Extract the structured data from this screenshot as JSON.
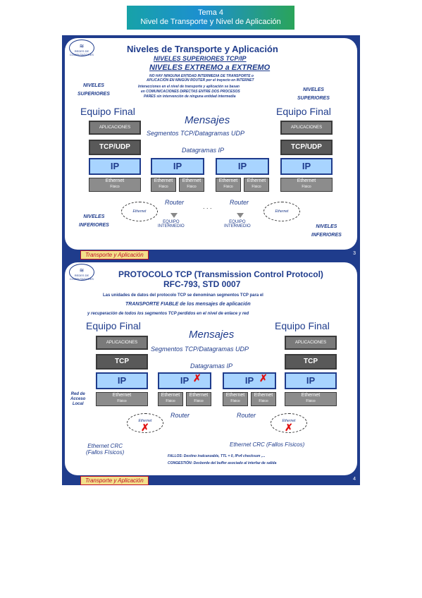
{
  "header": {
    "line1": "Tema 4",
    "line2": "Nivel de Transporte y Nivel de Aplicación"
  },
  "logo": {
    "mark": "≋",
    "text1": "REDES DE",
    "text2": "COMPUTADORES"
  },
  "slide1": {
    "title": "Niveles de Transporte y Aplicación",
    "subtitle1": "NIVELES SUPERIORES TCP/IP",
    "subtitle2": "NIVELES EXTREMO a EXTREMO",
    "note1": "NO HAY NINGUNA ENTIDAD INTERMEDIA DE TRANSPORTE o",
    "note2": "APLICACIÓN EN NINGÚN ROUTER por el trayecto en INTERNET",
    "note3": "Interacciones en el nivel de transporte y aplicación se basan",
    "note4": "en COMUNICACIONES DIRECTAS ENTRE DOS PROCESOS",
    "note5": "PARES sin intervención de ninguna entidad intermedia",
    "niveles_sup_left": "NIVELES\nSUPERIORES",
    "niveles_sup_right": "NIVELES\nSUPERIORES",
    "equipo_left": "Equipo Final",
    "equipo_right": "Equipo Final",
    "mensajes": "Mensajes",
    "segmentos": "Segmentos TCP/Datagramas UDP",
    "datagramas": "Datagramas IP",
    "app": "APLICACIONES",
    "tcpudp": "TCP/UDP",
    "ip": "IP",
    "ethernet": "Ethernet",
    "fisico": "Físico",
    "router": "Router",
    "dots": ". . .",
    "cloud": "Ethernet",
    "equipo_intermedio": "EQUIPO\nINTERMEDIO",
    "niveles_inf_left": "NIVELES\nINFERIORES",
    "niveles_inf_right": "NIVELES\nINFERIORES",
    "footer": "Transporte y Aplicación",
    "page": "3"
  },
  "slide2": {
    "title1": "PROTOCOLO TCP (Transmission Control Protocol)",
    "title2": "RFC-793, STD 0007",
    "desc1": "Las unidades de datos del protocolo TCP se denominan segmentos TCP para el",
    "desc2": "TRANSPORTE FIABLE de los mensajes de aplicación",
    "desc3": "y recuperación de todos los segmentos TCP perdidos en el nivel de enlace y red",
    "equipo_left": "Equipo Final",
    "equipo_right": "Equipo Final",
    "mensajes": "Mensajes",
    "segmentos": "Segmentos TCP/Datagramas UDP",
    "datagramas": "Datagramas IP",
    "app": "APLICACIONES",
    "tcp": "TCP",
    "ip": "IP",
    "ethernet": "Ethernet",
    "fisico": "Físico",
    "router": "Router",
    "red_acceso": "Red de\nAcceso\nLocal",
    "cloud": "Ethernet",
    "crc_left": "Ethernet CRC\n(Fallos Físicos)",
    "crc_right": "Ethernet CRC (Fallos Físicos)",
    "fallos": "FALLOS: Destino inalcanzable, TTL = 0, IPv4 checksum ,...",
    "congestion": "CONGESTIÓN: Desborde del buffer asociado al interfaz de salida",
    "footer": "Transporte y Aplicación",
    "page": "4"
  }
}
